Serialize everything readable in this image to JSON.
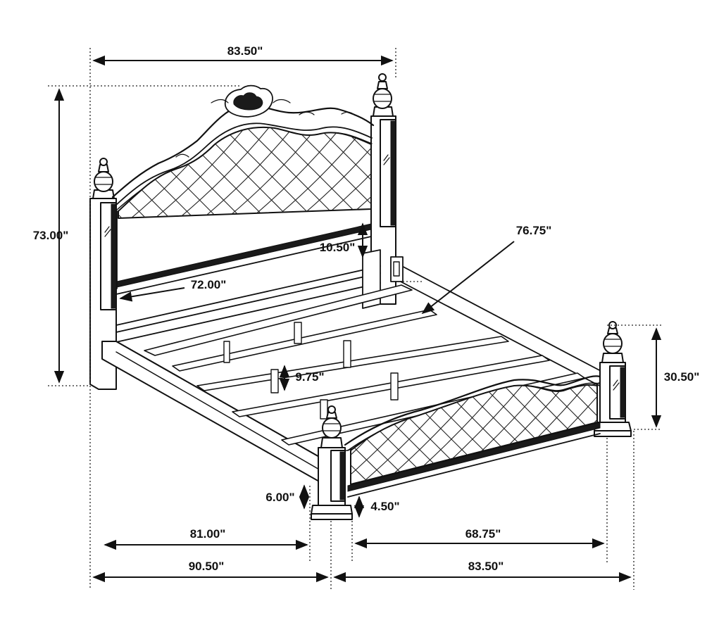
{
  "dimensions": {
    "headboard_width": "83.50\"",
    "total_height": "73.00\"",
    "headboard_panel_height": "10.50\"",
    "inner_width": "72.00\"",
    "side_rail_length": "76.75\"",
    "slat_clearance": "9.75\"",
    "footboard_height": "30.50\"",
    "rail_clearance": "6.00\"",
    "footboard_base": "4.50\"",
    "inner_length": "81.00\"",
    "footboard_inner_width": "68.75\"",
    "overall_length": "90.50\"",
    "overall_width": "83.50\""
  },
  "colors": {
    "ink": "#111111",
    "background": "#ffffff"
  }
}
